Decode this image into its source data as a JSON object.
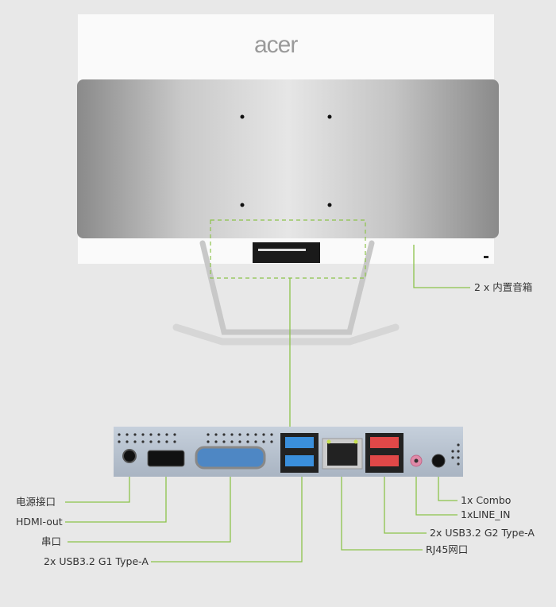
{
  "brand": "acer",
  "colors": {
    "background": "#e8e8e8",
    "callout_line": "#8cc34a",
    "usb_g1": "#3a8fdc",
    "usb_g2": "#e04848",
    "line_in": "#e08aa8"
  },
  "callouts": {
    "speakers": "2 x 内置音箱",
    "power": "电源接口",
    "hdmi": "HDMI-out",
    "serial": "串口",
    "usb_g1": "2x USB3.2 G1 Type-A",
    "rj45": "RJ45网口",
    "usb_g2": "2x USB3.2 G2 Type-A",
    "line_in": "1xLINE_IN",
    "combo": "1x Combo"
  }
}
